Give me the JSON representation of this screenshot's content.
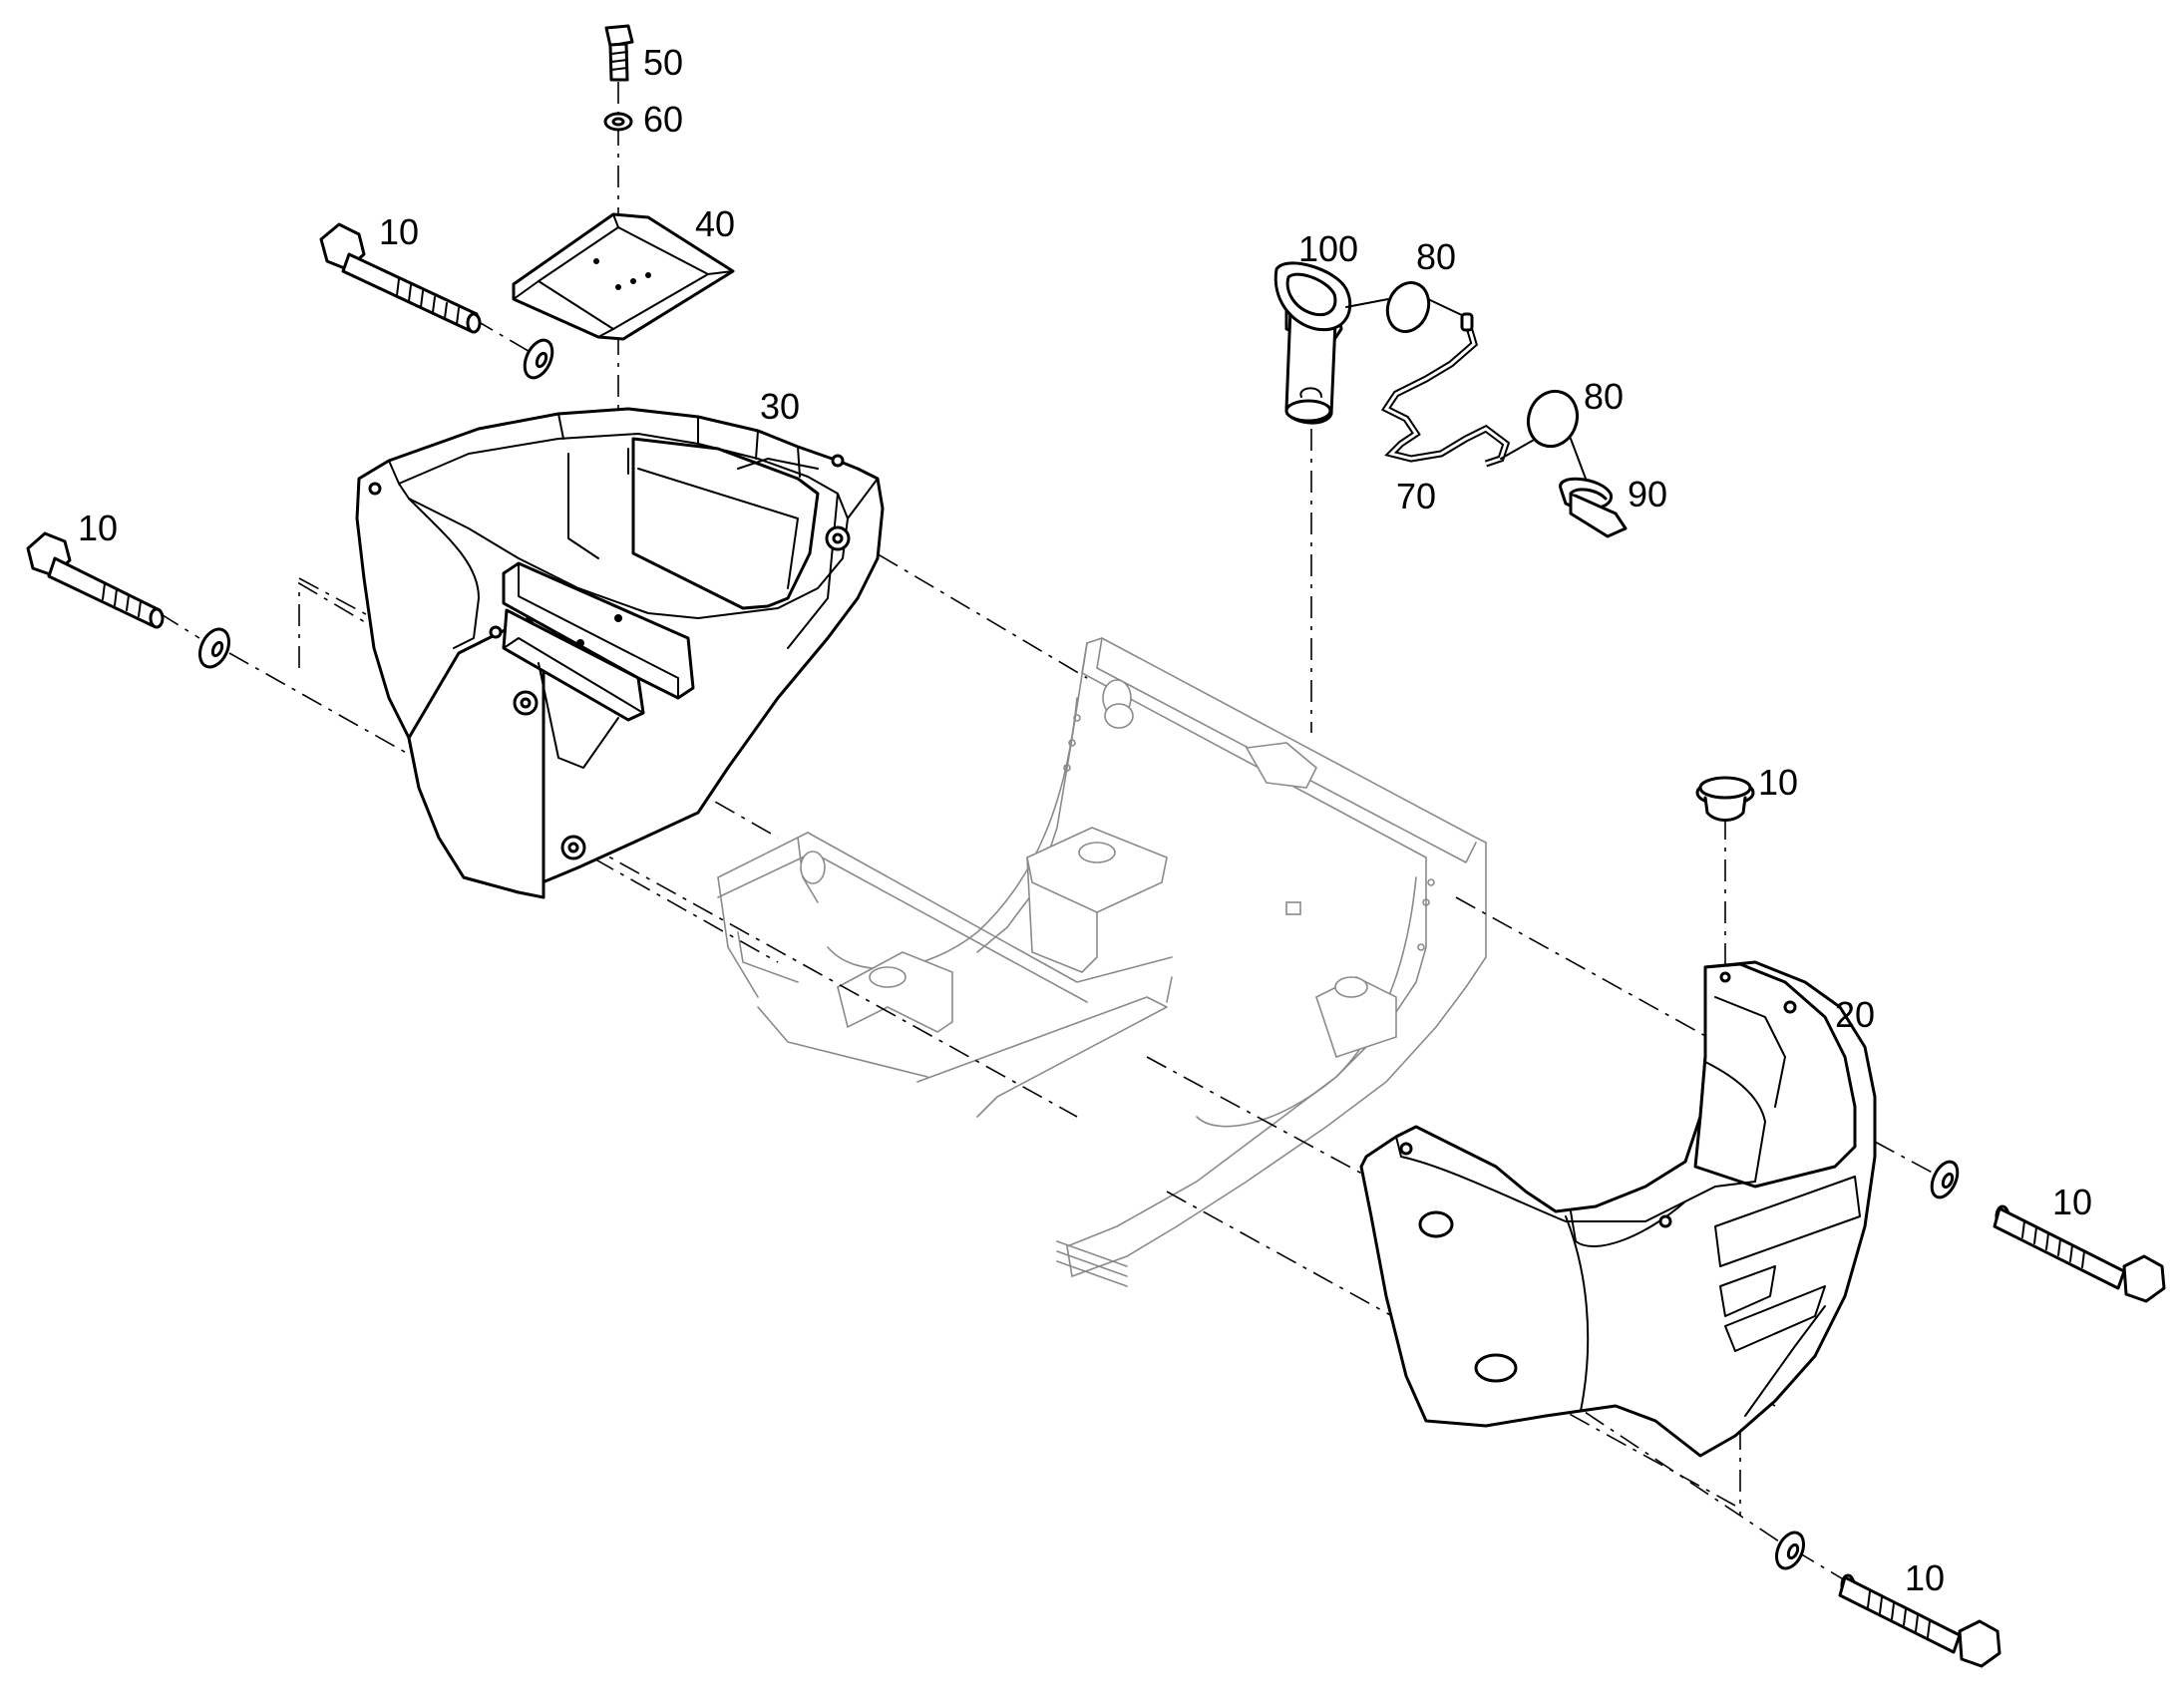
{
  "diagram": {
    "type": "exploded-parts-view",
    "labels": {
      "bolt_top_left": "10",
      "bolt_left": "10",
      "plug_right": "10",
      "bolt_right_upper": "10",
      "bolt_right_lower": "10",
      "counterweight_right": "20",
      "counterweight_left": "30",
      "plate": "40",
      "screw": "50",
      "washer": "60",
      "chain": "70",
      "ring_upper": "80",
      "ring_lower": "80",
      "linch_pin": "90",
      "pin": "100"
    }
  }
}
